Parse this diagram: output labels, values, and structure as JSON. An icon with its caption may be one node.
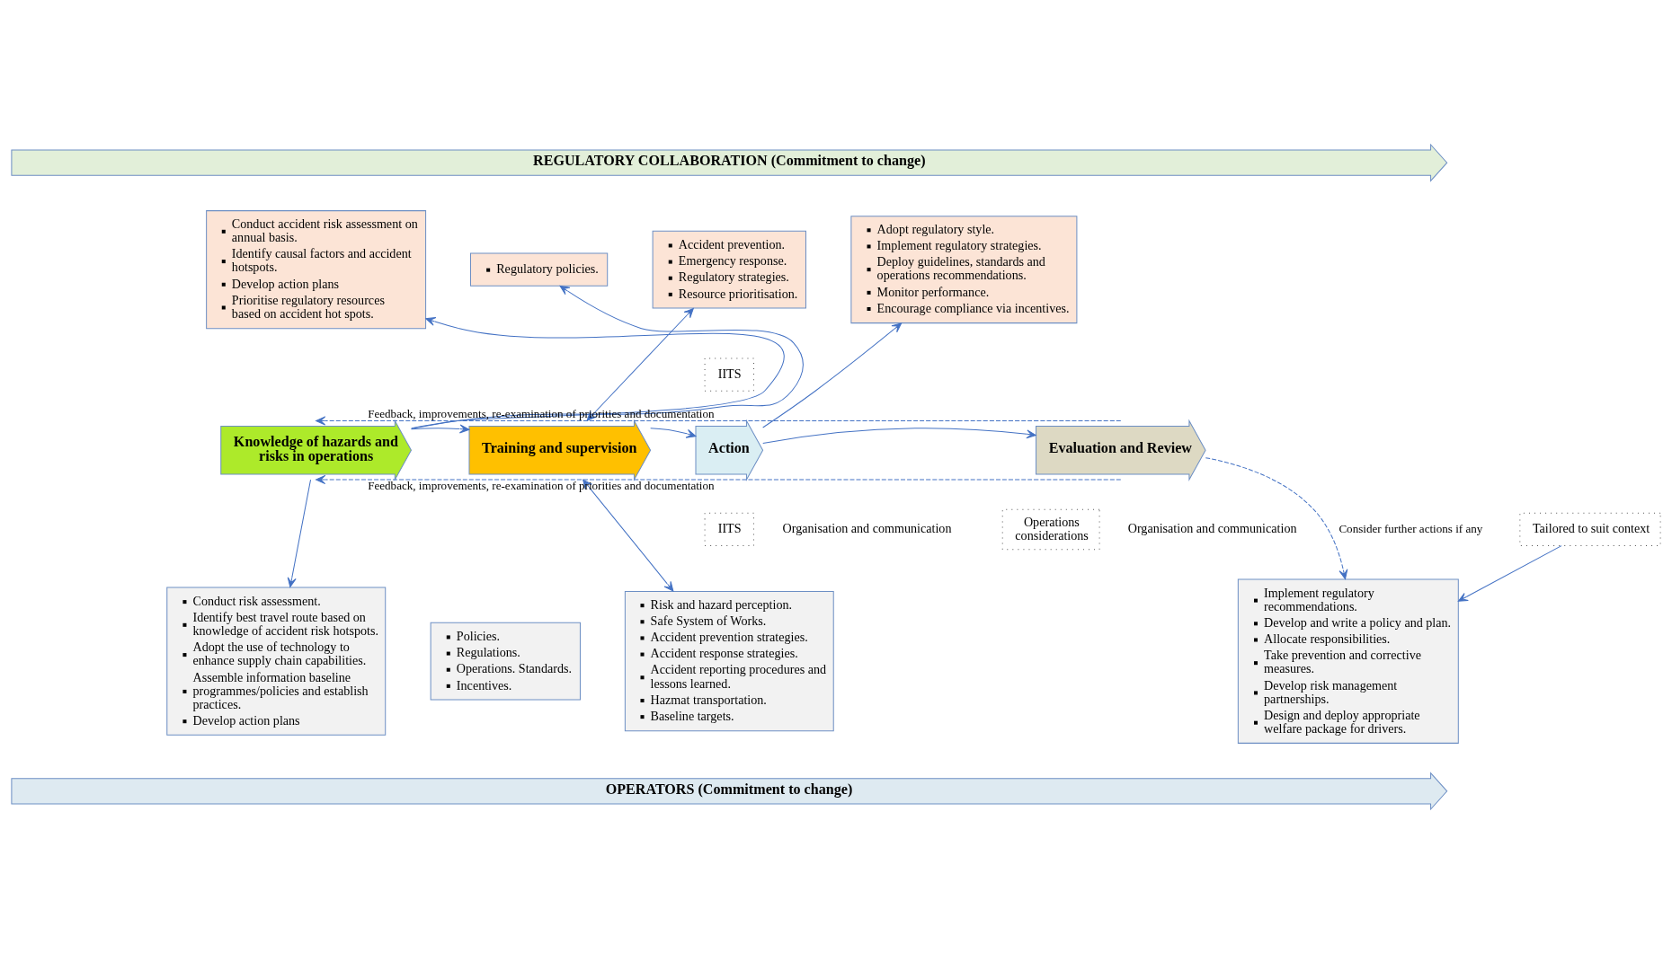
{
  "diagram": {
    "nodes": [
      {
        "text": [
          "REGULATORY COLLABORATION (Commitment to change)"
        ]
      },
      {
        "text": [
          "Knowledge of hazards and risks in operations"
        ]
      },
      {
        "text": [
          "Conduct accident risk assessment on annual basis.",
          "Identify causal factors and accident hotspots.",
          "Develop action plans",
          "Prioritise regulatory resources based on accident hot spots."
        ]
      },
      {
        "text": [
          "Conduct risk assessment.",
          "Identify best travel route based on knowledge of accident risk hotspots.",
          "Adopt the use of technology to enhance supply chain capabilities.",
          "Assemble information baseline programmes/policies and establish practices.",
          "Develop action plans"
        ]
      },
      {
        "text": [
          "Regulatory policies."
        ]
      },
      {
        "text": [
          "Operations considerations"
        ]
      },
      {
        "text": [
          "Policies.",
          "Regulations.",
          "Operations. Standards.",
          "Incentives."
        ]
      },
      {
        "text": [
          "Training and supervision"
        ]
      },
      {
        "text": [
          "IITS"
        ]
      },
      {
        "text": [
          "IITS"
        ]
      },
      {
        "text": [
          "Accident prevention.",
          "Emergency response.",
          "Regulatory strategies.",
          "Resource prioritisation."
        ]
      },
      {
        "text": [
          "Risk and hazard perception.",
          "Safe System of Works.",
          "Accident prevention strategies.",
          "Accident response strategies.",
          "Accident reporting procedures and lessons learned.",
          "Hazmat transportation.",
          "Baseline targets."
        ]
      },
      {
        "text": [
          "Action"
        ]
      },
      {
        "text": [
          "Tailored to suit context"
        ]
      },
      {
        "text": [
          "Adopt regulatory style.",
          "Implement regulatory strategies.",
          "Deploy guidelines, standards and operations recommendations.",
          "Monitor performance.",
          "Encourage compliance via incentives."
        ]
      },
      {
        "text": [
          "Implement regulatory recommendations.",
          "Develop and write a policy and plan.",
          "Allocate responsibilities.",
          "Take prevention and corrective measures.",
          "Develop risk management partnerships.",
          "Design and deploy appropriate welfare package for drivers."
        ]
      },
      {
        "text": [
          "Evaluation and Review"
        ]
      },
      {
        "text": [
          "OPERATORS (Commitment to change)"
        ]
      }
    ],
    "edges": [
      {
        "from": 1,
        "to": 2,
        "arrow": "to"
      },
      {
        "from": 1,
        "to": 3,
        "arrow": "to"
      },
      {
        "from": 1,
        "to": 4,
        "arrow": "to"
      },
      {
        "from": 1,
        "to": 7,
        "arrow": "to"
      },
      {
        "from": 10,
        "to": 7,
        "arrow": "both"
      },
      {
        "from": 7,
        "to": 11,
        "arrow": "both"
      },
      {
        "from": 7,
        "to": 12,
        "arrow": "to"
      },
      {
        "from": 12,
        "to": 14,
        "arrow": "to"
      },
      {
        "from": 13,
        "to": 15,
        "arrow": "to"
      },
      {
        "from": 12,
        "to": 16,
        "arrow": "to"
      },
      {
        "from": 16,
        "to": 15,
        "arrow": "to",
        "style": "dashed",
        "label": "Consider further actions if any"
      },
      {
        "from": 16,
        "to": 1,
        "arrow": "to",
        "style": "dashed",
        "label": "Feedback, improvements, re-examination of priorities and documentation"
      },
      {
        "from": 16,
        "to": 1,
        "arrow": "to",
        "style": "dashed",
        "label": "Feedback, improvements, re-examination of priorities and documentation"
      }
    ],
    "labels": [
      "Organisation and communication",
      "Organisation and communication"
    ]
  }
}
